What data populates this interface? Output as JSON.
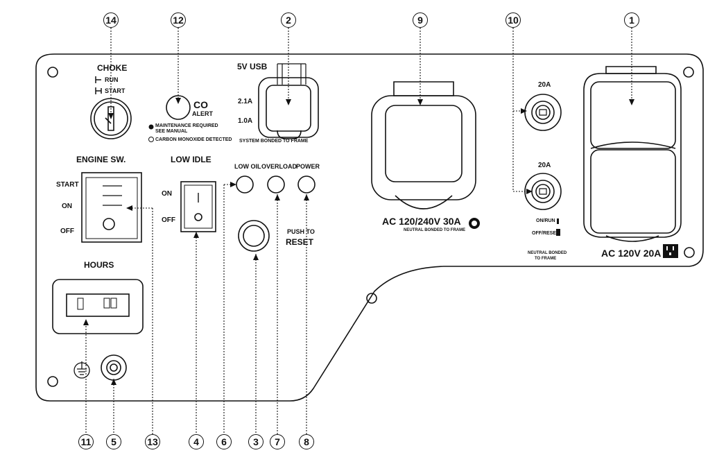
{
  "panel_labels": {
    "choke": "CHOKE",
    "choke_run": "RUN",
    "choke_start": "START",
    "co": "CO",
    "co_alert": "ALERT",
    "co_maintenance": "MAINTENANCE REQUIRED",
    "co_see_manual": "SEE MANUAL",
    "co_detected": "CARBON MONOXIDE DETECTED",
    "usb_title": "5V USB",
    "usb_21": "2.1A",
    "usb_10": "1.0A",
    "usb_bonded": "SYSTEM BONDED TO FRAME",
    "engine_sw": "ENGINE SW.",
    "engine_start": "START",
    "engine_on": "ON",
    "engine_off": "OFF",
    "low_idle": "LOW IDLE",
    "low_idle_on": "ON",
    "low_idle_off": "OFF",
    "low_oil": "LOW OIL",
    "overload": "OVERLOAD",
    "power": "POWER",
    "push_to": "PUSH TO",
    "reset": "RESET",
    "hours": "HOURS",
    "ac30": "AC 120/240V 30A",
    "ac30_bonded": "NEUTRAL BONDED TO FRAME",
    "breaker_top": "20A",
    "breaker_bottom": "20A",
    "on_run": "ON/RUN",
    "off_reset": "OFF/RESET",
    "neutral_bonded_1": "NEUTRAL BONDED",
    "neutral_bonded_2": "TO FRAME",
    "ac20": "AC 120V 20A"
  },
  "callouts": {
    "c1": "1",
    "c2": "2",
    "c3": "3",
    "c4": "4",
    "c5": "5",
    "c6": "6",
    "c7": "7",
    "c8": "8",
    "c9": "9",
    "c10": "10",
    "c11": "11",
    "c12": "12",
    "c13": "13",
    "c14": "14"
  },
  "colors": {
    "ink": "#111111",
    "panel": "#ffffff"
  }
}
